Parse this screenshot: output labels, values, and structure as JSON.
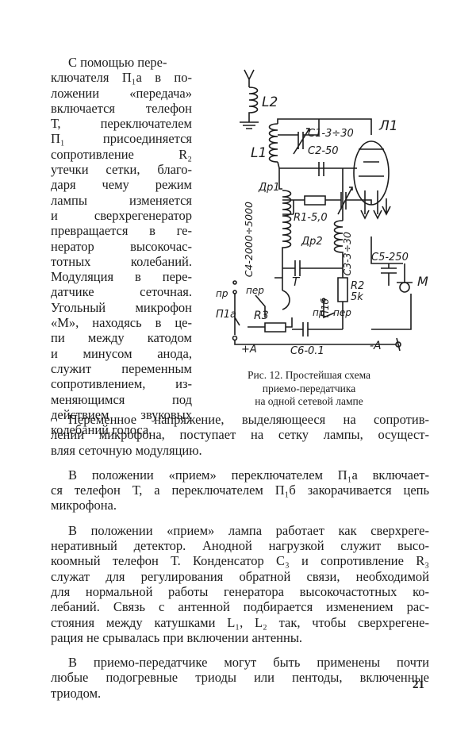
{
  "left_column_lines": [
    "С помощью пере-",
    "ключателя П₁а в по-",
    "ложении «передача»",
    "включается телефон",
    "Т, переключателем",
    "П₁ присоединяется",
    "сопротивление R₂",
    "утечки сетки, благо-",
    "даря чему режим",
    "лампы изменяется",
    "и сверхрегенератор",
    "превращается в ге-",
    "нератор высокочас-",
    "тотных колебаний.",
    "Модуляция в пере-",
    "датчике сеточная.",
    "Угольный микрофон",
    "«М», находясь в це-",
    "пи между катодом",
    "и минусом анода,",
    "служит переменным",
    "сопротивлением, из-",
    "меняющимся под",
    "действием звуковых",
    "колебаний голоса."
  ],
  "paragraphs": [
    [
      "Переменное напряжение, выделяющееся на сопротив-",
      "лении микрофона, поступает на сетку лампы, осущест-",
      "вляя сеточную модуляцию."
    ],
    [
      "В положении «прием» переключателем П₁а включает-",
      "ся телефон Т, а переключателем П₁б закорачивается цепь",
      "микрофона."
    ],
    [
      "В положении «прием» лампа работает как сверхреге-",
      "неративный детектор. Анодной нагрузкой служит высо-",
      "коомный телефон Т. Конденсатор С₃ и сопротивление R₃",
      "служат для регулирования обратной связи, необходимой",
      "для нормальной работы генератора высокочастотных ко-",
      "лебаний. Связь с антенной подбирается изменением рас-",
      "стояния между катушками L₁, L₂ так, чтобы сверхрегене-",
      "рация не срывалась при включении антенны."
    ],
    [
      "В приемо-передатчике могут быть применены почти",
      "любые подогревные триоды или пентоды, включенные",
      "триодом."
    ]
  ],
  "caption": [
    "Рис. 12. Простейшая схема",
    "приемо-передатчика",
    "на одной сетевой лампе"
  ],
  "page_number": "21",
  "figure_labels": {
    "l2": "L2",
    "l1": "L1",
    "c1": "C1-3÷30",
    "c2": "C2-50",
    "lamp": "Л1",
    "dr1": "Др1",
    "r1": "R1-5,0",
    "dr2": "Др2",
    "c3": "C3-3÷30",
    "c4": "C4-2000÷5000",
    "c5": "C5-250",
    "mic": "M",
    "r2": "R2",
    "r2v": "5k",
    "t": "T",
    "p1b": "П1б",
    "pr1": "пр",
    "per1": "пер",
    "p1a": "П1а",
    "r3": "R3",
    "pr2": "пр",
    "per2": "пер",
    "plus_a": "+A",
    "c6": "C6-0.1",
    "minus_a": "-A"
  }
}
